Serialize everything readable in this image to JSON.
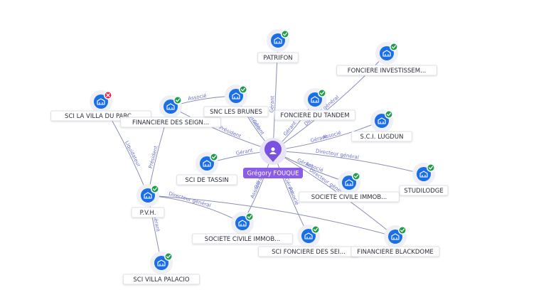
{
  "person": {
    "name": "Grégory FOUQUE",
    "icon": "person-icon"
  },
  "companies": [
    {
      "id": "patrifon",
      "name": "PATRIFON",
      "status": "active",
      "icon": "building-icon"
    },
    {
      "id": "fonciere-investissem",
      "name": "FONCIERE INVESTISSEM...",
      "status": "active",
      "icon": "building-icon"
    },
    {
      "id": "sci-la-villa-du-parc",
      "name": "SCI LA VILLA DU PARC...",
      "status": "closed",
      "icon": "building-icon"
    },
    {
      "id": "financiere-des-seign",
      "name": "FINANCIERE DES SEIGN...",
      "status": "active",
      "icon": "building-icon"
    },
    {
      "id": "snc-les-brunes",
      "name": "SNC LES BRUNES",
      "status": "active",
      "icon": "building-icon"
    },
    {
      "id": "fonciere-du-tandem",
      "name": "FONCIERE DU TANDEM",
      "status": "active",
      "icon": "building-icon"
    },
    {
      "id": "scil-lugdun",
      "name": "S.C.I. LUGDUN",
      "status": "active",
      "icon": "building-icon"
    },
    {
      "id": "sci-de-tassin",
      "name": "SCI DE TASSIN",
      "status": "active",
      "icon": "building-icon"
    },
    {
      "id": "studilodge",
      "name": "STUDILODGE",
      "status": "active",
      "icon": "building-icon"
    },
    {
      "id": "societe-civile-immob-1",
      "name": "SOCIETE CIVILE IMMOB...",
      "status": "active",
      "icon": "building-icon"
    },
    {
      "id": "pvh",
      "name": "P.V.H.",
      "status": "active",
      "icon": "building-icon"
    },
    {
      "id": "societe-civile-immob-2",
      "name": "SOCIETE CIVILE IMMOB...",
      "status": "active",
      "icon": "building-icon"
    },
    {
      "id": "sci-fonciere-des-sei",
      "name": "SCI FONCIERE DES SEI...",
      "status": "active",
      "icon": "building-icon"
    },
    {
      "id": "financiere-blackdome",
      "name": "FINANCIERE BLACKDOME",
      "status": "active",
      "icon": "building-icon"
    },
    {
      "id": "sci-villa-palacio",
      "name": "SCI VILLA PALACIO",
      "status": "active",
      "icon": "building-icon"
    }
  ],
  "relations": [
    {
      "id": "r-patrifon",
      "from": "person",
      "to": "patrifon",
      "labels": [
        "Gérant"
      ]
    },
    {
      "id": "r-fonciere-investissem",
      "from": "person",
      "to": "fonciere-investissem",
      "labels": [
        "Directeur général"
      ]
    },
    {
      "id": "r-snc-les-brunes",
      "from": "person",
      "to": "snc-les-brunes",
      "labels": [
        "Gérant",
        "Associé"
      ]
    },
    {
      "id": "r-financiere-des-seign",
      "from": "person",
      "to": "financiere-des-seign",
      "labels": [
        "Président"
      ]
    },
    {
      "id": "r-fonciere-du-tandem",
      "from": "person",
      "to": "fonciere-du-tandem",
      "labels": [
        "Gérant"
      ]
    },
    {
      "id": "r-scil-lugdun",
      "from": "person",
      "to": "scil-lugdun",
      "labels": [
        "Gérant",
        "Associé"
      ]
    },
    {
      "id": "r-sci-de-tassin",
      "from": "person",
      "to": "sci-de-tassin",
      "labels": [
        "Gérant"
      ]
    },
    {
      "id": "r-studilodge",
      "from": "person",
      "to": "studilodge",
      "labels": [
        "Directeur général"
      ]
    },
    {
      "id": "r-societe-civile-immob-1",
      "from": "person",
      "to": "societe-civile-immob-1",
      "labels": [
        "Gérant",
        "Associé"
      ]
    },
    {
      "id": "r-societe-civile-immob-2",
      "from": "person",
      "to": "societe-civile-immob-2",
      "labels": [
        "Gérant",
        "Associé"
      ]
    },
    {
      "id": "r-sci-fonciere-des-sei",
      "from": "person",
      "to": "sci-fonciere-des-sei",
      "labels": [
        "Gérant",
        "Associé"
      ]
    },
    {
      "id": "r-financiere-blackdome",
      "from": "person",
      "to": "financiere-blackdome",
      "labels": [
        "Directeur général"
      ]
    },
    {
      "id": "r-pvh-sci-la-villa",
      "from": "pvh",
      "to": "sci-la-villa-du-parc",
      "labels": [
        "Liquidateur"
      ]
    },
    {
      "id": "r-pvh-financiere-des-seign",
      "from": "pvh",
      "to": "financiere-des-seign",
      "labels": [
        "Président"
      ]
    },
    {
      "id": "r-financiere-des-seign-snc",
      "from": "financiere-des-seign",
      "to": "snc-les-brunes",
      "labels": [
        "Associé"
      ]
    },
    {
      "id": "r-pvh-societe-civile-immob-2",
      "from": "pvh",
      "to": "societe-civile-immob-2",
      "labels": [
        "Directeur général"
      ]
    },
    {
      "id": "r-pvh-financiere-blackdome",
      "from": "pvh",
      "to": "financiere-blackdome",
      "labels": []
    },
    {
      "id": "r-pvh-sci-villa-palacio",
      "from": "pvh",
      "to": "sci-villa-palacio",
      "labels": [
        "Gérant"
      ]
    }
  ],
  "colors": {
    "company": "#1a6fe8",
    "active_badge": "#1e9e4a",
    "closed_badge": "#e0244a",
    "person": "#7b52e0",
    "edge": "#8a8fb5",
    "edge_label": "#6b6fd0"
  }
}
